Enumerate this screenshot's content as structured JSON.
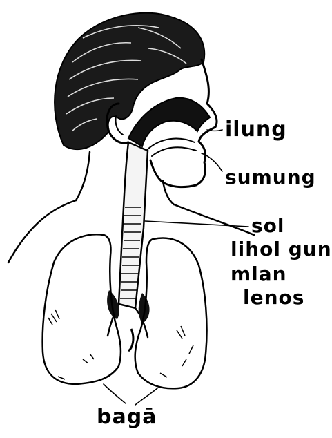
{
  "labels": {
    "nose": "ilung",
    "mouth": "sumung",
    "trachea_line1": "sol",
    "trachea_line2": "lihol gun",
    "trachea_line3": "mlan",
    "trachea_line4": "lenos",
    "lungs": "bagā"
  },
  "colors": {
    "ink": "#000000",
    "paper": "#ffffff",
    "hair": "#1a1a1a"
  }
}
